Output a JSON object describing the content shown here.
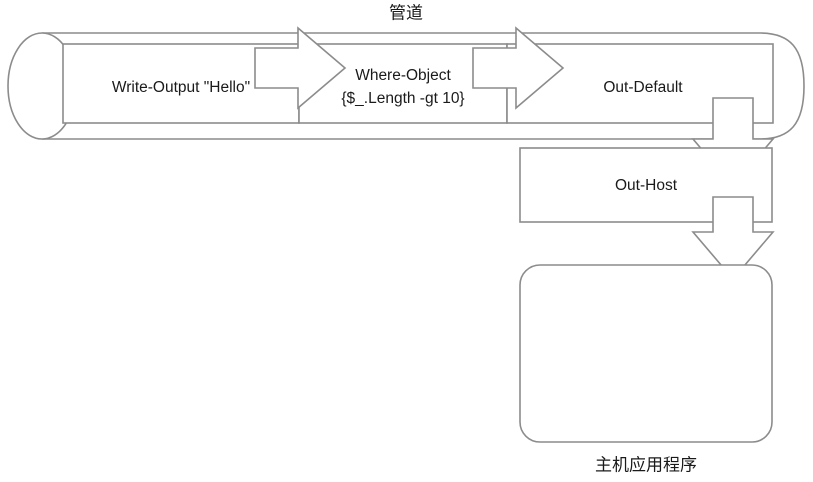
{
  "diagram": {
    "title": "管道",
    "title_en_meaning": "Pipeline",
    "type": "powershell-pipeline-flow",
    "colors": {
      "stroke": "#8c8c8c",
      "fill": "#ffffff",
      "text": "#1a1a1a"
    },
    "pipeline": {
      "label": "管道",
      "container_shape": "cylinder",
      "stages": [
        {
          "id": "stage-write-output",
          "name": "write-output-box",
          "line1": "Write-Output \"Hello\"",
          "line2": ""
        },
        {
          "id": "stage-where-object",
          "name": "where-object-box",
          "line1": "Where-Object",
          "line2": "{$_.Length -gt 10}"
        },
        {
          "id": "stage-out-default",
          "name": "out-default-box",
          "line1": "Out-Default",
          "line2": ""
        }
      ],
      "connectors": [
        {
          "id": "arrow-1",
          "name": "pipe-arrow-write-to-where",
          "direction": "right"
        },
        {
          "id": "arrow-2",
          "name": "pipe-arrow-where-to-default",
          "direction": "right"
        }
      ]
    },
    "downstream": {
      "out_host": {
        "id": "stage-out-host",
        "name": "out-host-box",
        "label": "Out-Host"
      },
      "host_application": {
        "id": "host-application",
        "name": "host-application-box",
        "label": "主机应用程序",
        "label_en_meaning": "Host Application",
        "shape": "rounded-rectangle"
      },
      "connectors": [
        {
          "id": "arrow-3",
          "name": "flow-arrow-default-to-host",
          "direction": "down"
        },
        {
          "id": "arrow-4",
          "name": "flow-arrow-host-to-application",
          "direction": "down"
        }
      ]
    }
  }
}
